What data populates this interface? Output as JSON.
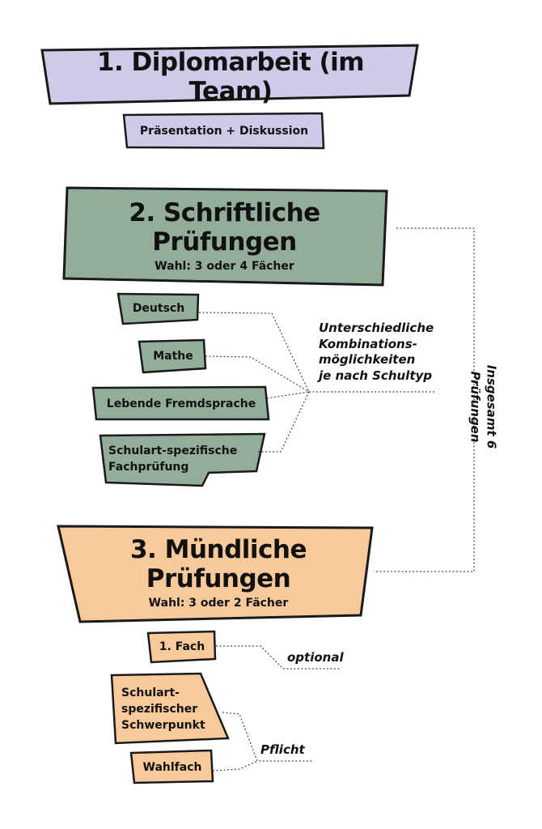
{
  "colors": {
    "lavender": "#cfc9ea",
    "sage": "#94ad9a",
    "peach": "#f8c99a",
    "outline": "#1a1a1a"
  },
  "section1": {
    "title": "1. Diplomarbeit (im Team)",
    "tag": "Präsentation + Diskussion"
  },
  "section2": {
    "title": "2. Schriftliche Prüfungen",
    "subtitle": "Wahl: 3 oder 4 Fächer",
    "items": [
      "Deutsch",
      "Mathe",
      "Lebende Fremdsprache",
      "Schulart-spezifische Fachprüfung"
    ],
    "note": [
      "Unterschiedliche",
      "Kombinations-",
      "möglichkeiten",
      "je nach Schultyp"
    ]
  },
  "section3": {
    "title": "3. Mündliche Prüfungen",
    "subtitle": "Wahl: 3 oder 2 Fächer",
    "items": [
      "1. Fach",
      "Schulart-spezifischer Schwerpunkt",
      "Wahlfach"
    ],
    "note_optional": "optional",
    "note_required": "Pflicht"
  },
  "side_note": "Insgesamt 6 Prüfungen"
}
